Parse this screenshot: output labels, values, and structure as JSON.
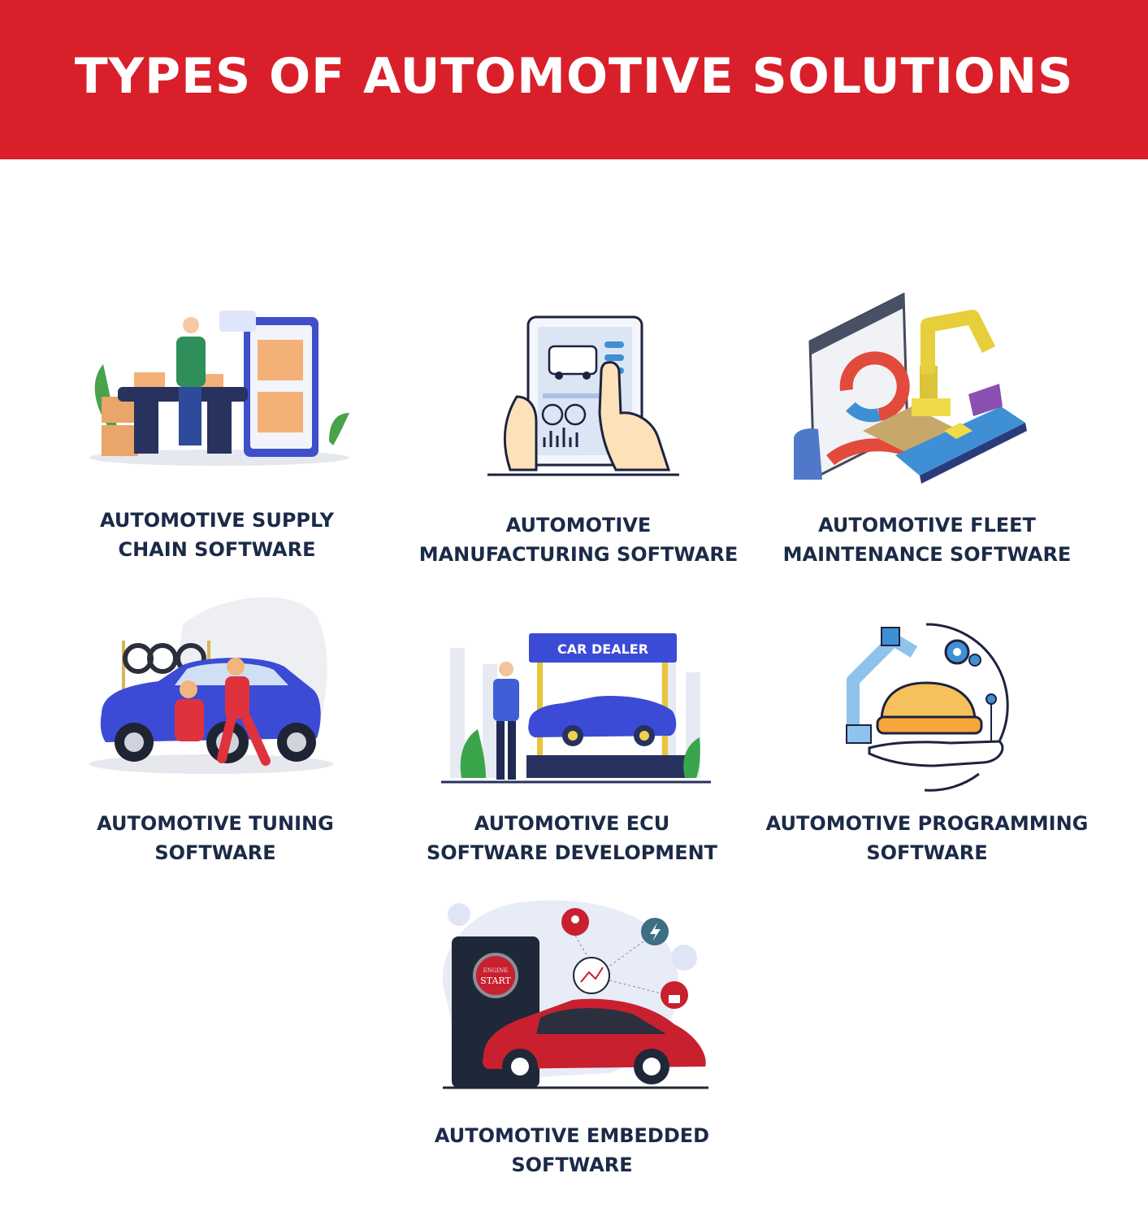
{
  "header": {
    "title": "TYPES OF AUTOMOTIVE SOLUTIONS"
  },
  "colors": {
    "banner": "#d9202a",
    "caption": "#1b2a47",
    "accent_blue": "#3b4bd6",
    "accent_red": "#c8202f"
  },
  "items": [
    {
      "line1": "AUTOMOTIVE SUPPLY",
      "line2": "CHAIN SOFTWARE",
      "icon": "supply-chain-illustration"
    },
    {
      "line1": "AUTOMOTIVE",
      "line2": "MANUFACTURING SOFTWARE",
      "icon": "tablet-car-illustration"
    },
    {
      "line1": "AUTOMOTIVE FLEET",
      "line2": "MAINTENANCE SOFTWARE",
      "icon": "robot-arm-dashboard-illustration"
    },
    {
      "line1": "AUTOMOTIVE TUNING",
      "line2": "SOFTWARE",
      "icon": "mechanics-car-illustration"
    },
    {
      "line1": "AUTOMOTIVE ECU",
      "line2": "SOFTWARE DEVELOPMENT",
      "icon": "car-dealer-illustration",
      "sign": "CAR DEALER"
    },
    {
      "line1": "AUTOMOTIVE PROGRAMMING",
      "line2": "SOFTWARE",
      "icon": "robot-hand-car-illustration"
    },
    {
      "line1": "AUTOMOTIVE EMBEDDED",
      "line2": "SOFTWARE",
      "icon": "smart-car-illustration",
      "button_top": "ENGINE",
      "button_bottom": "START"
    }
  ]
}
